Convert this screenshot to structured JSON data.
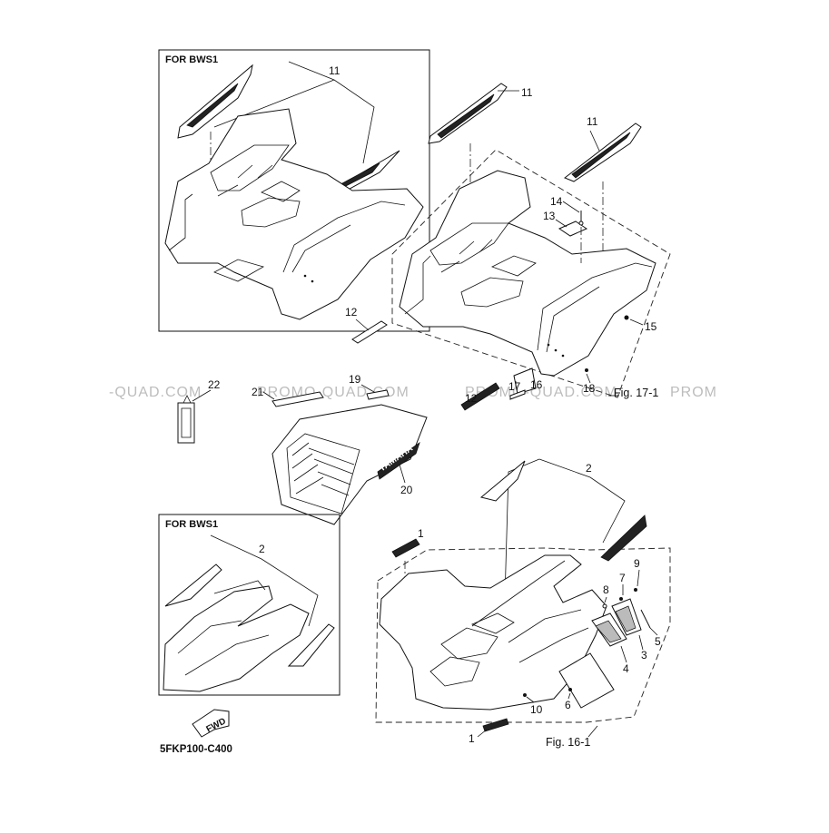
{
  "boxes": {
    "top_label": "FOR BWS1",
    "bottom_label": "FOR BWS1"
  },
  "callouts": {
    "c11a": "11",
    "c11b": "11",
    "c11c": "11",
    "c12a": "12",
    "c12b": "12",
    "c13": "13",
    "c14": "14",
    "c15": "15",
    "c16": "16",
    "c17": "17",
    "c18": "18",
    "c19": "19",
    "c20": "20",
    "c21": "21",
    "c22": "22",
    "c2a": "2",
    "c2b": "2",
    "c1a": "1",
    "c1b": "1",
    "c3": "3",
    "c4": "4",
    "c5": "5",
    "c6": "6",
    "c7": "7",
    "c8": "8",
    "c9": "9",
    "c10": "10"
  },
  "figures": {
    "fig17": "Fig. 17-1",
    "fig16": "Fig. 16-1"
  },
  "watermark": {
    "left": "-QUAD.COM",
    "mid": "PROMO-QUAD.COM",
    "right": "PROMO-QUAD.COM",
    "edge": "PROM"
  },
  "fwd_tag": "FWD",
  "brand_text": "YAMAHA",
  "code": "5FKP100-C400"
}
